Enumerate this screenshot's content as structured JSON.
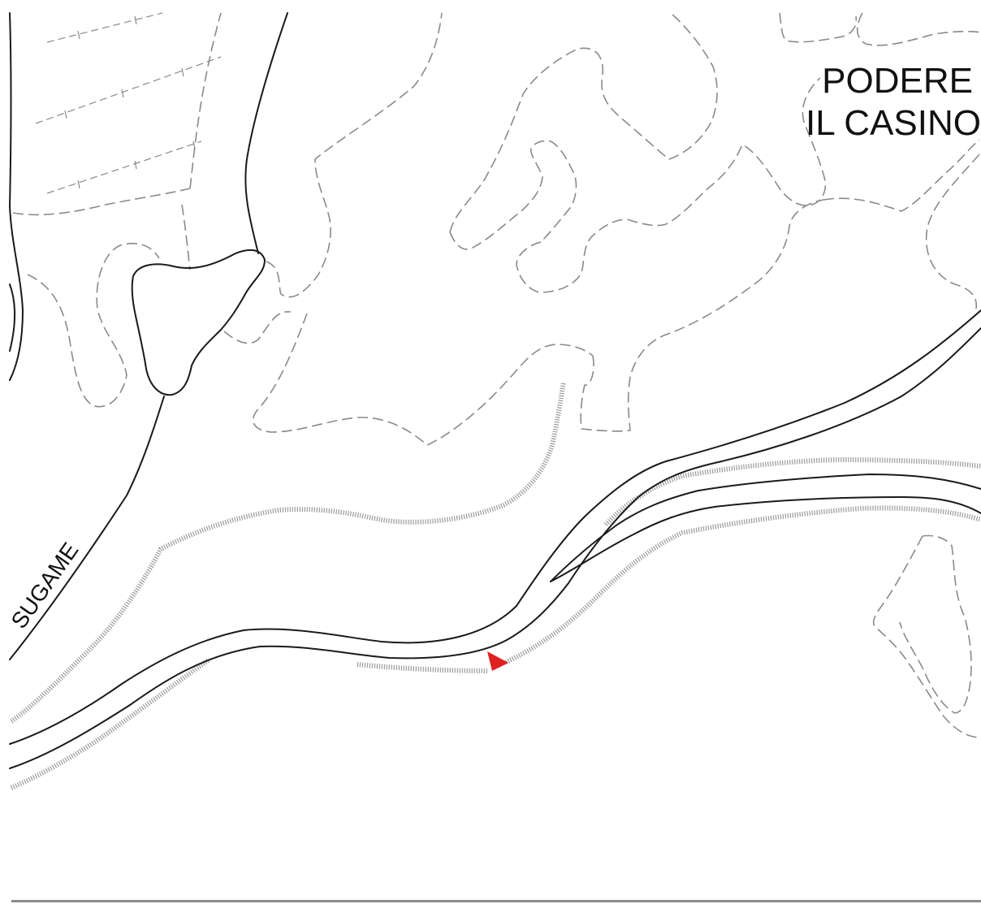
{
  "map": {
    "labels": {
      "place_line1": "PODERE",
      "place_line2": "IL CASINO",
      "road_name": "SUGAME"
    },
    "marker": {
      "icon": "red-triangle-marker-icon",
      "color": "#e02020"
    },
    "colors": {
      "road": "#1a1a1a",
      "boundary": "#8a8a8a",
      "ditch": "#9a9a9a",
      "background": "#ffffff"
    }
  }
}
